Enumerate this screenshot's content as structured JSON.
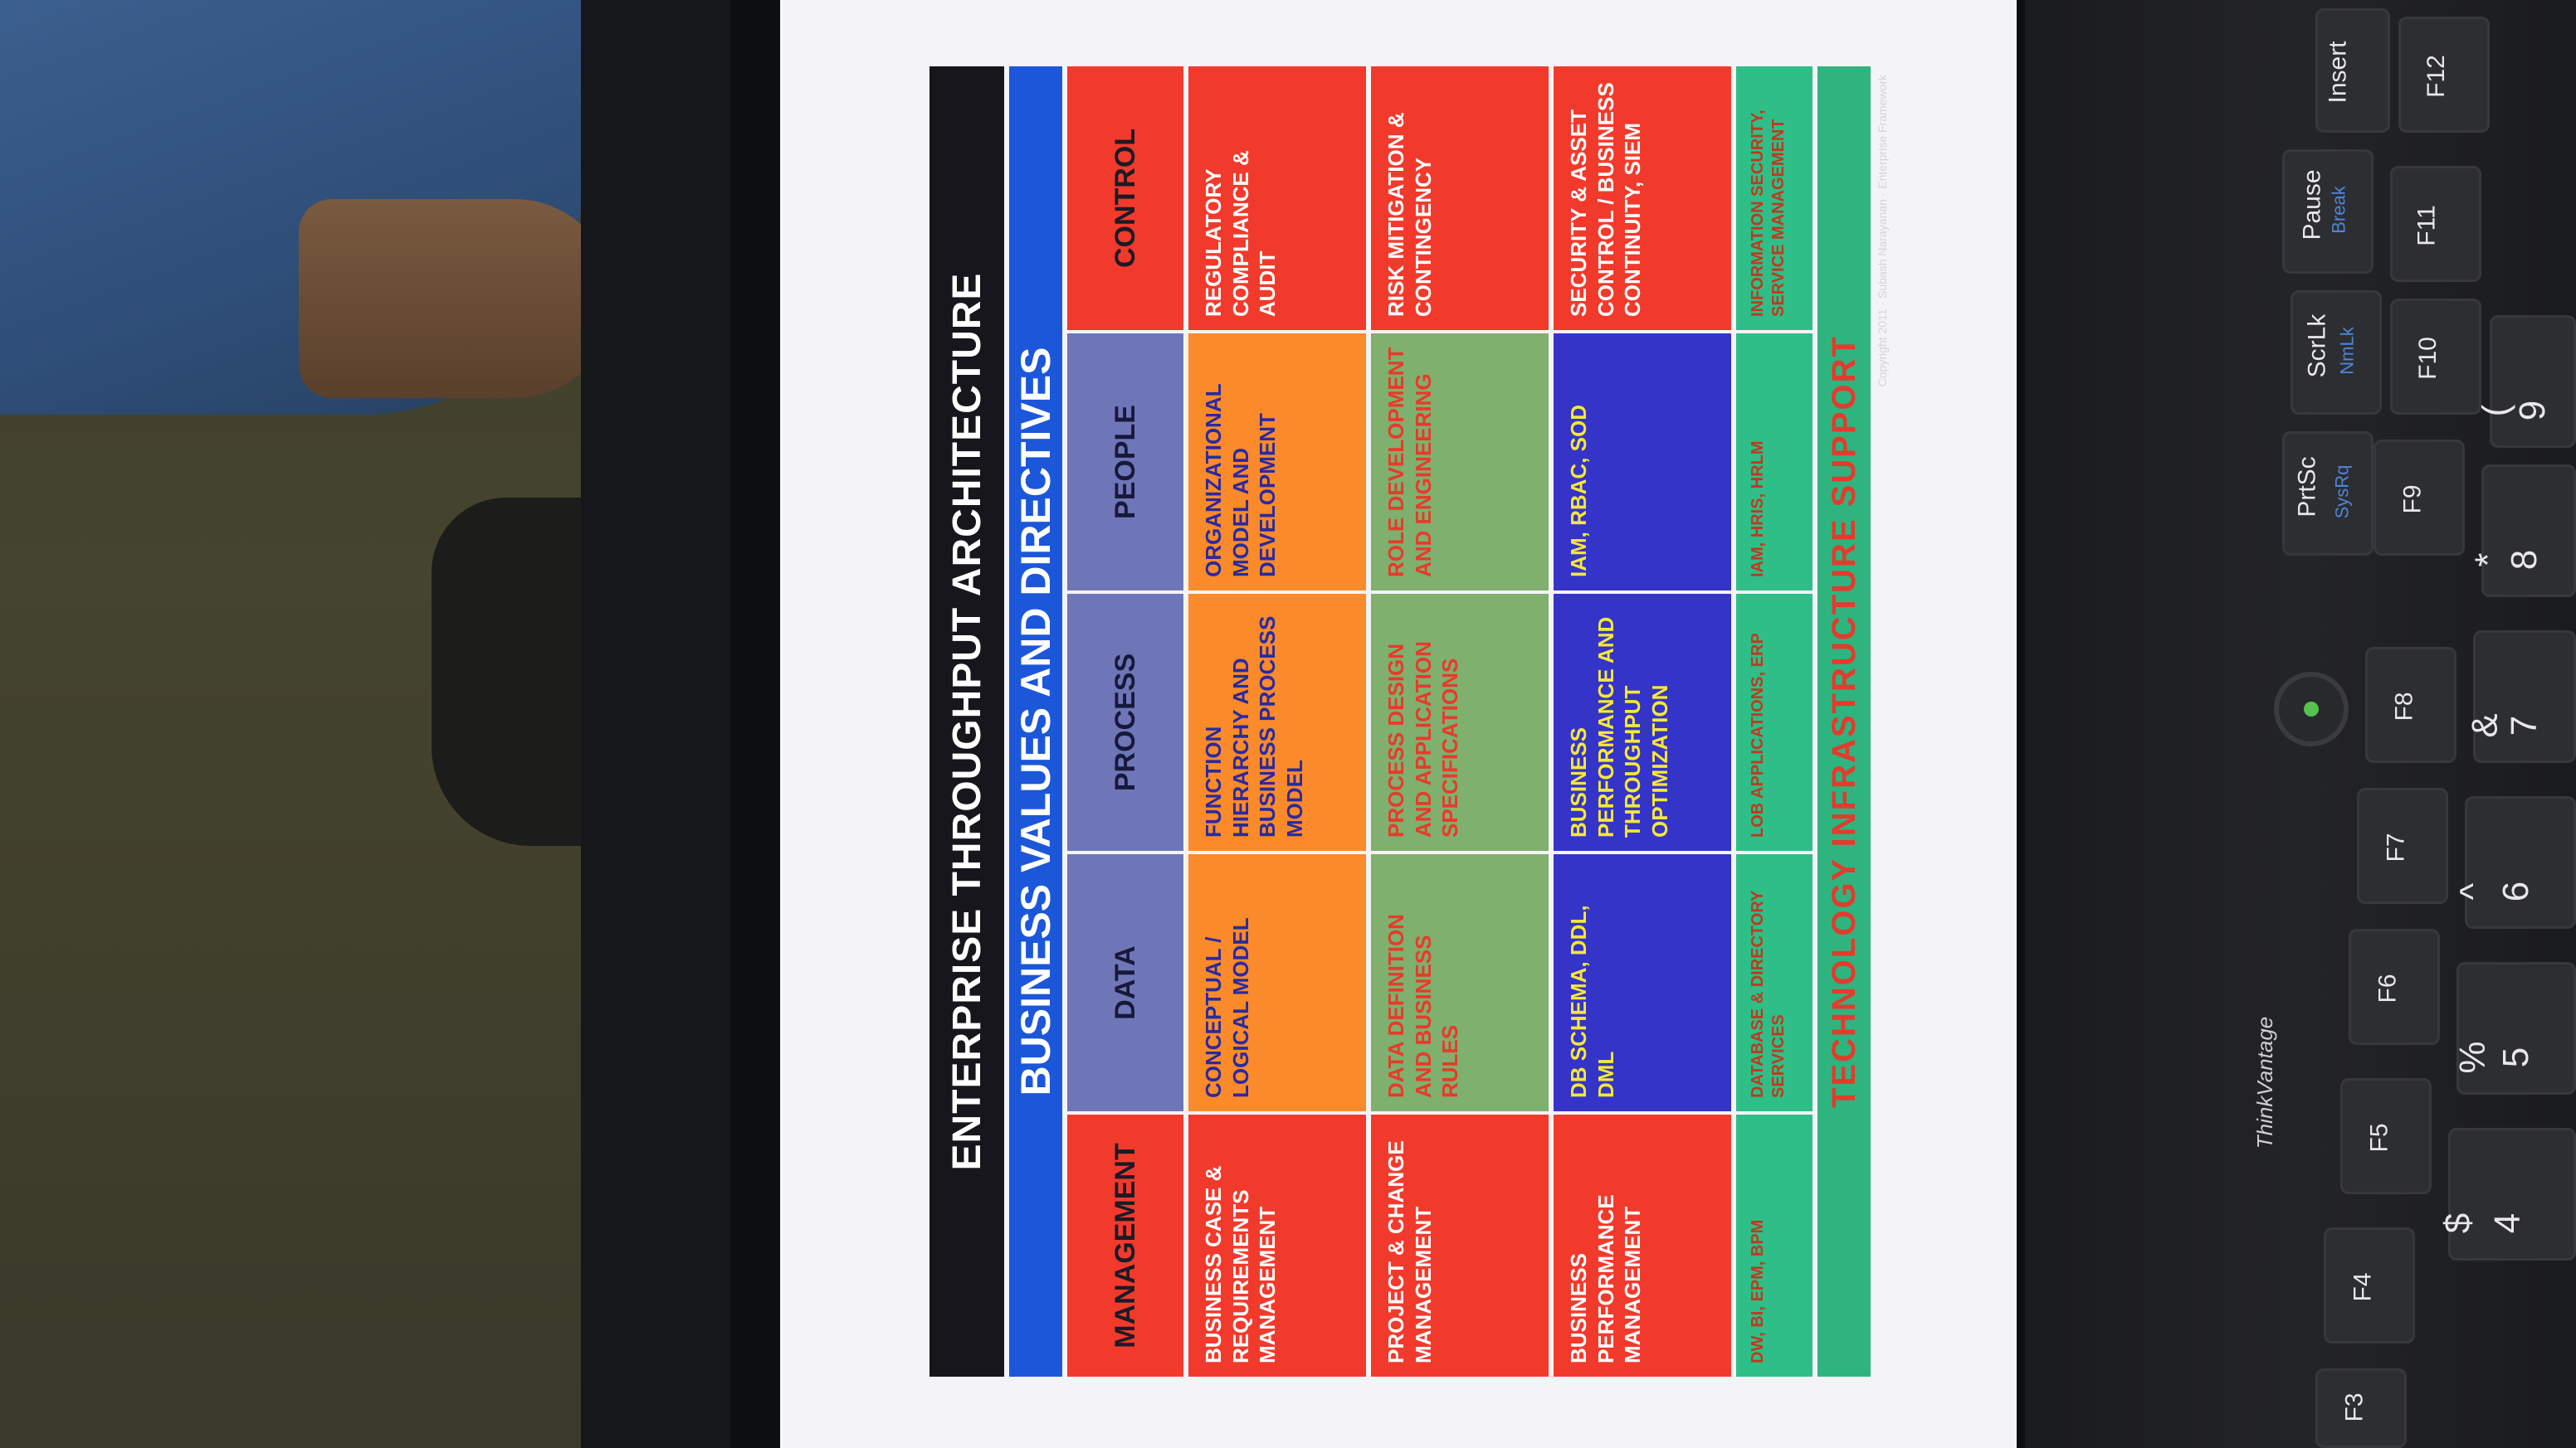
{
  "slide": {
    "title": "ENTERPRISE THROUGHPUT ARCHITECTURE",
    "subtitle": "BUSINESS VALUES AND DIRECTIVES",
    "footer": "TECHNOLOGY INFRASTRUCTURE SUPPORT",
    "copyright": "Copyright 2011 · Subash Narayanan · Enterprise Framework",
    "columns": [
      "MANAGEMENT",
      "DATA",
      "PROCESS",
      "PEOPLE",
      "CONTROL"
    ],
    "rows": [
      [
        "BUSINESS CASE & REQUIREMENTS MANAGEMENT",
        "CONCEPTUAL / LOGICAL MODEL",
        "FUNCTION HIERARCHY AND BUSINESS PROCESS MODEL",
        "ORGANIZATIONAL MODEL AND DEVELOPMENT",
        "REGULATORY COMPLIANCE & AUDIT"
      ],
      [
        "PROJECT & CHANGE MANAGEMENT",
        "DATA DEFINITION AND BUSINESS RULES",
        "PROCESS DESIGN AND APPLICATION SPECIFICATIONS",
        "ROLE DEVELOPMENT AND ENGINEERING",
        "RISK MITIGATION & CONTINGENCY"
      ],
      [
        "BUSINESS PERFORMANCE MANAGEMENT",
        "DB SCHEMA, DDL, DML",
        "BUSINESS PERFORMANCE AND THROUGHPUT OPTIMIZATION",
        "IAM, RBAC, SoD",
        "SECURITY & ASSET CONTROL / BUSINESS CONTINUITY, SIEM"
      ],
      [
        "DW, BI, EPM, BPM",
        "DATABASE & DIRECTORY SERVICES",
        "LOB APPLICATIONS, ERP",
        "IAM, HRIS, HRLM",
        "INFORMATION SECURITY, SERVICE MANAGEMENT"
      ]
    ]
  },
  "keyboard": {
    "brand": "ThinkVantage",
    "keys": [
      {
        "main": "Insert",
        "sub": ""
      },
      {
        "main": "Pause",
        "sub": "Break"
      },
      {
        "main": "ScrLk",
        "sub": "NmLk"
      },
      {
        "main": "PrtSc",
        "sub": "SysRq"
      },
      {
        "main": "F12",
        "sub": ""
      },
      {
        "main": "F11",
        "sub": ""
      },
      {
        "main": "F10",
        "sub": ""
      },
      {
        "main": "F9",
        "sub": ""
      },
      {
        "main": "F8",
        "sub": ""
      },
      {
        "main": "F7",
        "sub": ""
      },
      {
        "main": "F6",
        "sub": ""
      },
      {
        "main": "F5",
        "sub": ""
      },
      {
        "main": "F4",
        "sub": ""
      },
      {
        "main": "F3",
        "sub": ""
      },
      {
        "main": "9",
        "sub": "("
      },
      {
        "main": "8",
        "sub": "*"
      },
      {
        "main": "7",
        "sub": "&"
      },
      {
        "main": "6",
        "sub": "^"
      },
      {
        "main": "5",
        "sub": "%"
      },
      {
        "main": "4",
        "sub": "$"
      }
    ]
  },
  "colors": {
    "red": "#f23a2c",
    "slate": "#6f76b8",
    "orange": "#fb8a2a",
    "green": "#7fb06d",
    "blue": "#3434c8",
    "teal": "#2fbe88",
    "title_band": "#17161c",
    "subtitle_band": "#1b57d8"
  }
}
